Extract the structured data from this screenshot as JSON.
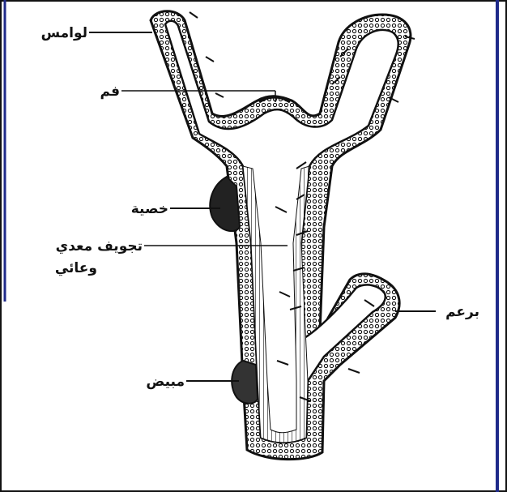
{
  "labels": {
    "tentacles": "لوامس",
    "mouth": "فم",
    "testis": "خصية",
    "cavity_line1": "تجويف معدي",
    "cavity_line2": "وعائي",
    "bud": "برعم",
    "ovary": "مبيض"
  },
  "colors": {
    "frame": "#1f2a8a",
    "ink": "#111111",
    "background": "#ffffff"
  }
}
